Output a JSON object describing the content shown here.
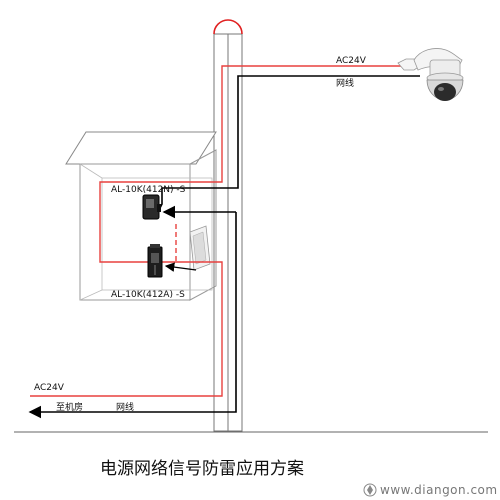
{
  "labels": {
    "top_power": "AC24V",
    "top_network": "网线",
    "device_top": "AL-10K(412N) -S",
    "device_bottom": "AL-10K(412A) -S",
    "bottom_power": "AC24V",
    "to_room": "至机房",
    "bottom_network": "网线"
  },
  "caption": "电源网络信号防雷应用方案",
  "watermark": "www.diangon.com",
  "colors": {
    "power_line": "#e8413f",
    "network_line": "#000000",
    "pole_red": "#e02020",
    "cabinet": "#aaaaaa"
  },
  "icons": {
    "camera": "dome-camera-icon",
    "logo": "diangon-logo-icon"
  }
}
